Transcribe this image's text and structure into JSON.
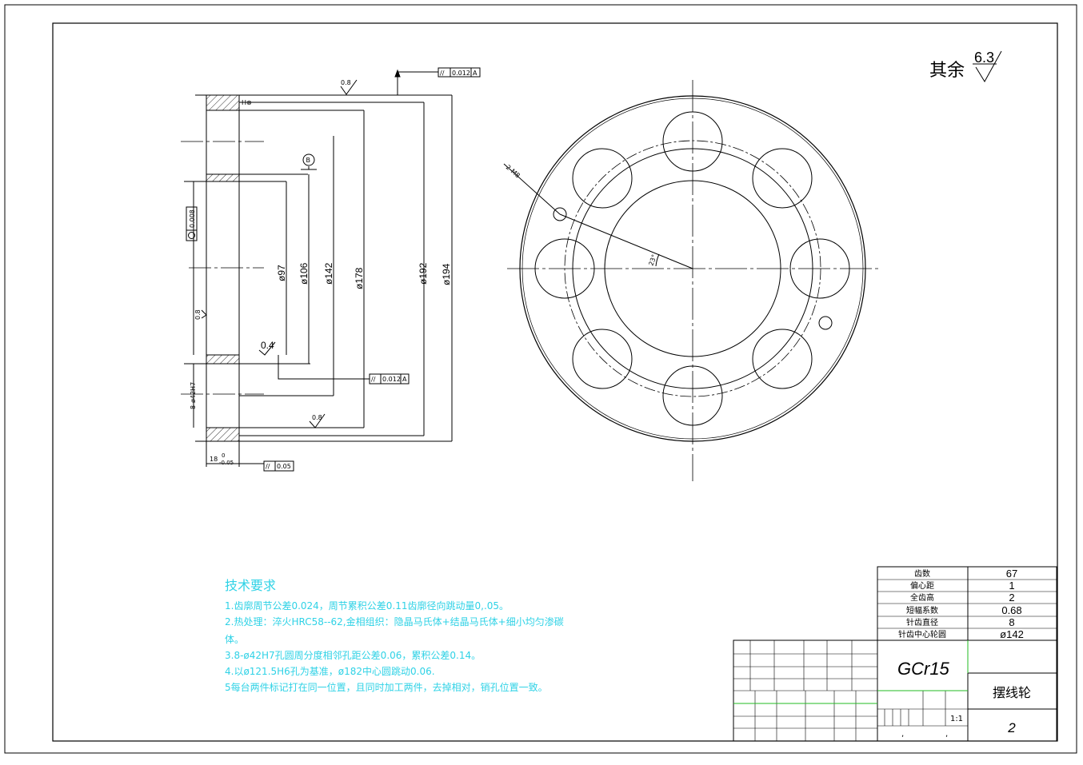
{
  "roughness": {
    "label": "其余",
    "value": "6.3"
  },
  "section": {
    "surface_marks": [
      "0.8",
      "0.8",
      "0.4",
      "0.8"
    ],
    "datum_b": "B",
    "circularity": "0.008",
    "hole_callout": "8-ø42H7",
    "thickness": {
      "base": "18",
      "upper": "0",
      "lower": "-0.05"
    },
    "tolerance_top": {
      "symbol": "//",
      "value": "0.012",
      "datum": "A"
    },
    "tolerance_mid": {
      "symbol": "//",
      "value": "0.012",
      "datum": "A"
    },
    "tolerance_bottom": {
      "symbol": "//",
      "value": "0.05"
    },
    "diameters": [
      "ø97",
      "ø106",
      "ø142",
      "ø178",
      "ø192",
      "ø194"
    ]
  },
  "front": {
    "hole_label": "2-M8",
    "angle": "23°"
  },
  "notes": {
    "title": "技术要求",
    "lines": [
      "1.齿廓周节公差0.024，周节累积公差0.11齿廓径向跳动量0,.05。",
      "2.热处理：淬火HRC58--62,金相组织：隐晶马氏体+结晶马氏体+细小均匀渗碳",
      "体。",
      "3.8-ø42H7孔圆周分度相邻孔距公差0.06，累积公差0.14。",
      "4.以ø121.5H6孔为基准，ø182中心圆跳动0.06.",
      "5每台两件标记打在同一位置，且同时加工两件，去掉相对，销孔位置一致。"
    ]
  },
  "params": [
    {
      "label": "齿数",
      "value": "67"
    },
    {
      "label": "偏心距",
      "value": "1"
    },
    {
      "label": "全齿高",
      "value": "2"
    },
    {
      "label": "短幅系数",
      "value": "0.68"
    },
    {
      "label": "针齿直径",
      "value": "8"
    },
    {
      "label": "针齿中心轮圆",
      "value": "ø142"
    }
  ],
  "title_block": {
    "material": "GCr15",
    "part_name": "摆线轮",
    "scale": "1:1",
    "sheet": "2",
    "commas": [
      ",",
      ","
    ]
  }
}
